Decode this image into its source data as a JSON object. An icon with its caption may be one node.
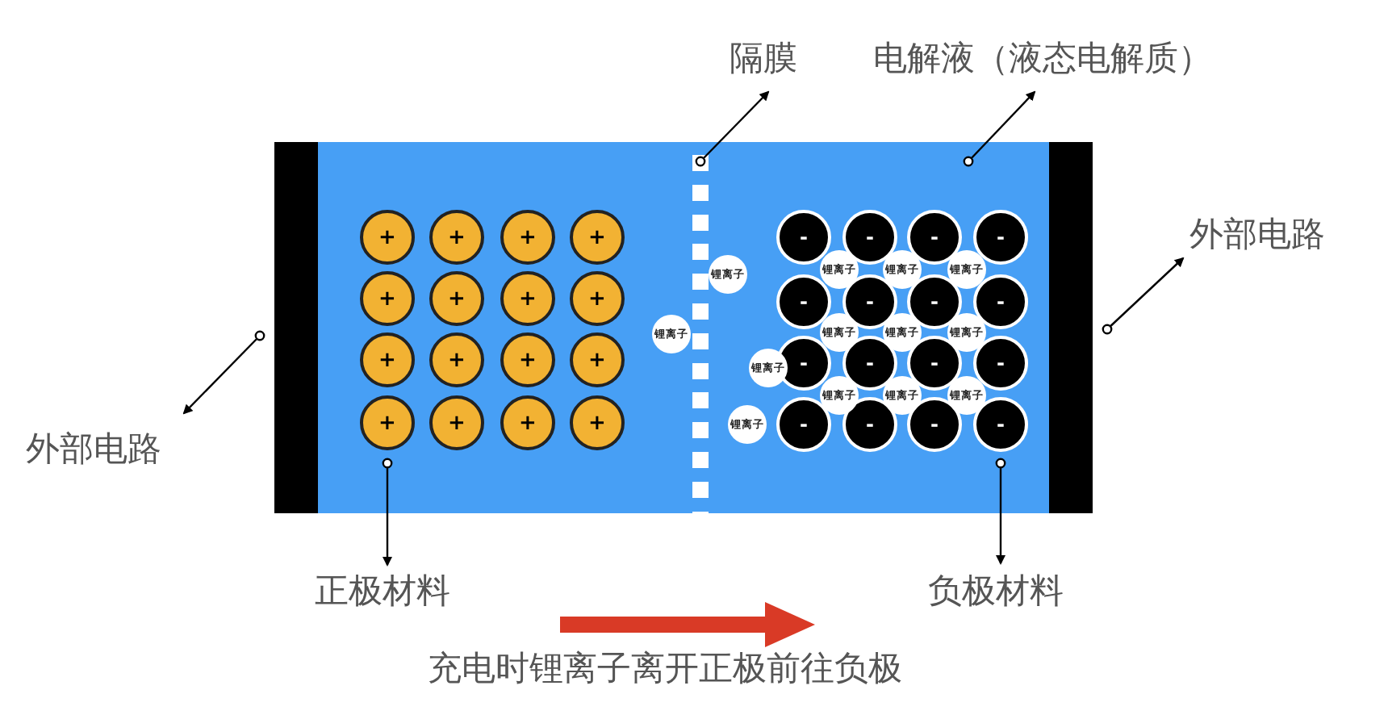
{
  "diagram": {
    "nodes": [
      {
        "text": [
          "隔膜"
        ]
      },
      {
        "text": [
          "电解液（液态电解质）"
        ]
      },
      {
        "text": [
          "外部电路"
        ]
      },
      {
        "text": [
          "外部电路"
        ]
      },
      {
        "text": [
          "正极材料"
        ]
      },
      {
        "text": [
          "负极材料"
        ]
      },
      {
        "text": [],
        "shape": "bar"
      },
      {
        "text": [],
        "shape": "box"
      },
      {
        "text": [],
        "shape": "bar",
        "in": 7
      },
      {
        "text": [],
        "shape": "bar"
      },
      {
        "text": [
          "+"
        ],
        "in": 7
      },
      {
        "text": [
          "+"
        ],
        "in": 7
      },
      {
        "text": [
          "+"
        ],
        "in": 7
      },
      {
        "text": [
          "+"
        ],
        "in": 7
      },
      {
        "text": [
          "+"
        ],
        "in": 7
      },
      {
        "text": [
          "+"
        ],
        "in": 7
      },
      {
        "text": [
          "+"
        ],
        "in": 7
      },
      {
        "text": [
          "+"
        ],
        "in": 7
      },
      {
        "text": [
          "+"
        ],
        "in": 7
      },
      {
        "text": [
          "+"
        ],
        "in": 7
      },
      {
        "text": [
          "+"
        ],
        "in": 7
      },
      {
        "text": [
          "+"
        ],
        "in": 7
      },
      {
        "text": [
          "+"
        ],
        "in": 7
      },
      {
        "text": [
          "+"
        ],
        "in": 7
      },
      {
        "text": [
          "+"
        ],
        "in": 7
      },
      {
        "text": [
          "+"
        ],
        "in": 7
      },
      {
        "text": [
          "-"
        ],
        "in": 7
      },
      {
        "text": [
          "-"
        ],
        "in": 7
      },
      {
        "text": [
          "-"
        ],
        "in": 7
      },
      {
        "text": [
          "-"
        ],
        "in": 7
      },
      {
        "text": [
          "-"
        ],
        "in": 7
      },
      {
        "text": [
          "-"
        ],
        "in": 7
      },
      {
        "text": [
          "-"
        ],
        "in": 7
      },
      {
        "text": [
          "-"
        ],
        "in": 7
      },
      {
        "text": [
          "-"
        ],
        "in": 7
      },
      {
        "text": [
          "-"
        ],
        "in": 7
      },
      {
        "text": [
          "-"
        ],
        "in": 7
      },
      {
        "text": [
          "-"
        ],
        "in": 7
      },
      {
        "text": [
          "-"
        ],
        "in": 7
      },
      {
        "text": [
          "-"
        ],
        "in": 7
      },
      {
        "text": [
          "-"
        ],
        "in": 7
      },
      {
        "text": [
          "-"
        ],
        "in": 7
      },
      {
        "text": [
          "锂离子"
        ],
        "in": 7
      },
      {
        "text": [
          "锂离子"
        ],
        "in": 7
      },
      {
        "text": [
          "锂离子"
        ],
        "in": 7
      },
      {
        "text": [
          "锂离子"
        ],
        "in": 7
      },
      {
        "text": [
          "锂离子"
        ],
        "in": 7
      },
      {
        "text": [
          "锂离子"
        ],
        "in": 7
      },
      {
        "text": [
          "锂离子"
        ],
        "in": 7
      },
      {
        "text": [
          "锂离子"
        ],
        "in": 7
      },
      {
        "text": [
          "锂离子"
        ],
        "in": 7
      },
      {
        "text": [
          "锂离子"
        ],
        "in": 7
      },
      {
        "text": [
          "锂离子"
        ],
        "in": 7
      },
      {
        "text": [
          "锂离子"
        ],
        "in": 7
      },
      {
        "text": [
          "锂离子"
        ],
        "in": 7
      }
    ],
    "edges": [
      {
        "from": 8,
        "to": 0,
        "arrow": "to"
      },
      {
        "from": 7,
        "to": 1,
        "arrow": "to"
      },
      {
        "from": 9,
        "to": 2,
        "arrow": "to"
      },
      {
        "from": 6,
        "to": 3,
        "arrow": "to"
      },
      {
        "from": 22,
        "to": 4,
        "arrow": "to"
      },
      {
        "from": 41,
        "to": 5,
        "arrow": "to"
      }
    ],
    "labels": [
      "充电时锂离子离开正极前往负极"
    ]
  }
}
